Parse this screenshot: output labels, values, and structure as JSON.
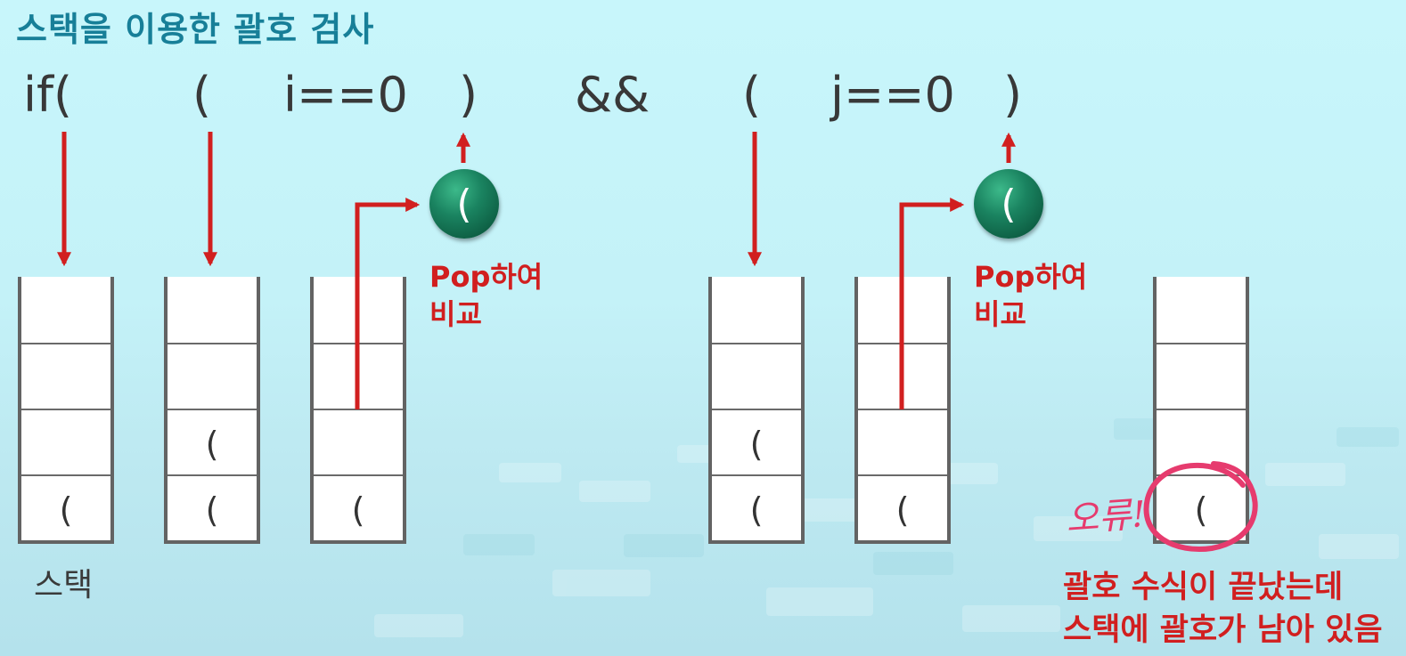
{
  "title": "스택을 이용한 괄호 검사",
  "expression_tokens": [
    "if(",
    "(",
    "i==0",
    ")",
    "&&",
    "(",
    "j==0",
    ")"
  ],
  "stacks": [
    {
      "cells": [
        "",
        "",
        "",
        "("
      ]
    },
    {
      "cells": [
        "",
        "",
        "(",
        "("
      ]
    },
    {
      "cells": [
        "",
        "",
        "",
        "("
      ]
    },
    {
      "cells": [
        "",
        "",
        "(",
        "("
      ]
    },
    {
      "cells": [
        "",
        "",
        "",
        "("
      ]
    },
    {
      "cells": [
        "",
        "",
        "",
        "("
      ]
    }
  ],
  "stack_caption": "스택",
  "popped_symbols": [
    "(",
    "("
  ],
  "pop_notes": [
    {
      "line1": "Pop하여",
      "line2": "비교"
    },
    {
      "line1": "Pop하여",
      "line2": "비교"
    }
  ],
  "error_mark": "오류!",
  "error_note": {
    "line1": "괄호 수식이 끝났는데",
    "line2": "스택에 괄호가 남아 있음"
  },
  "colors": {
    "title": "#177f98",
    "arrow": "#d11f1f",
    "stack_border": "#636363",
    "ball": "#1a8360",
    "error_circle": "#e63b6e"
  }
}
